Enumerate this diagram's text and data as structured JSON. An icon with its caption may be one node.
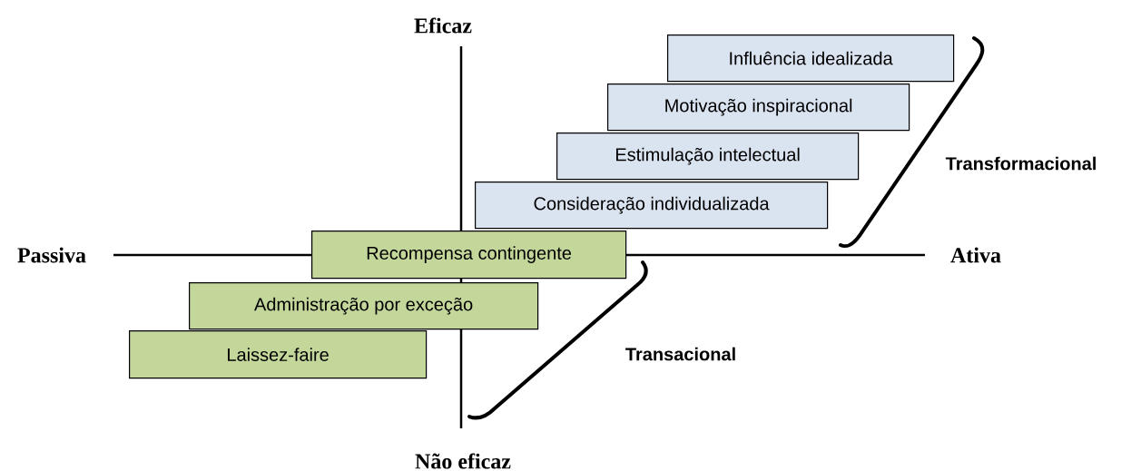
{
  "diagram": {
    "nodes": [
      {
        "text": [
          "Influência idealizada"
        ]
      },
      {
        "text": [
          "Motivação inspiracional"
        ]
      },
      {
        "text": [
          "Estimulação intelectual"
        ]
      },
      {
        "text": [
          "Consideração individualizada"
        ]
      },
      {
        "text": [
          "Recompensa contingente"
        ]
      },
      {
        "text": [
          "Administração por exceção"
        ]
      },
      {
        "text": [
          "Laissez-faire"
        ]
      }
    ],
    "labels": [
      "Eficaz",
      "Transformacional",
      "Passiva",
      "Ativa",
      "Transacional",
      "Não eficaz"
    ]
  }
}
